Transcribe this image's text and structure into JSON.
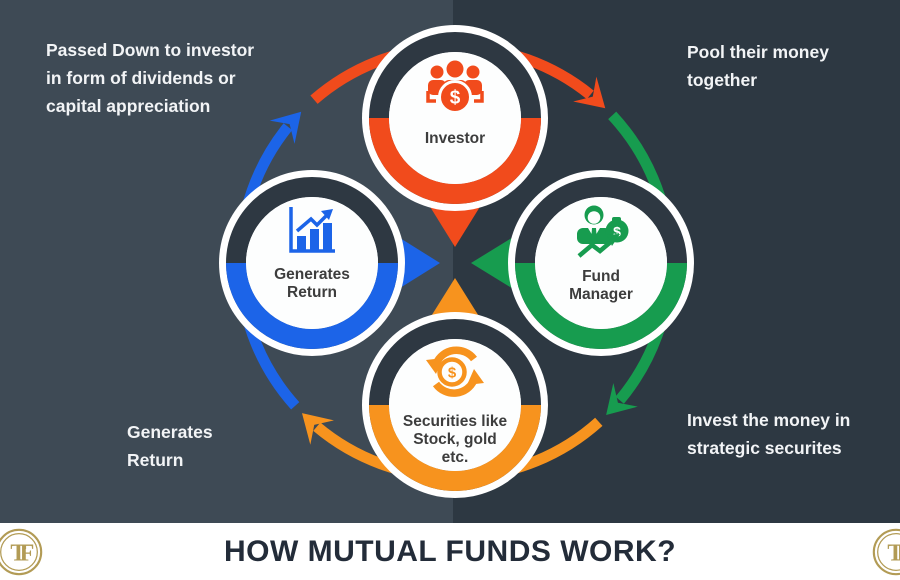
{
  "title": "HOW MUTUAL FUNDS WORK?",
  "colors": {
    "bg_left": "#3e4a55",
    "bg_right": "#2d3842",
    "red": "#f14b1c",
    "orange": "#f7931e",
    "green": "#179c4f",
    "blue": "#1c64e8",
    "ring_dark": "#2e3842",
    "title": "#232c39",
    "gold": "#b29b55",
    "text_light": "#f2f4f6",
    "label_dark": "#3d3d3d"
  },
  "annotations": {
    "top_left": "Passed Down to investor\nin form of dividends or\ncapital appreciation",
    "top_right": "Pool their money\ntogether",
    "bottom_right": "Invest the money in\nstrategic securites",
    "bottom_left": "Generates\nReturn"
  },
  "nodes": {
    "investor": {
      "label": "Investor"
    },
    "fund_manager": {
      "label": "Fund\nManager"
    },
    "securities": {
      "label": "Securities like\nStock, gold\netc."
    },
    "generates_return": {
      "label": "Generates\nReturn"
    }
  },
  "icons": {
    "dollar": "$"
  },
  "logo": {
    "monogram": "TF"
  }
}
